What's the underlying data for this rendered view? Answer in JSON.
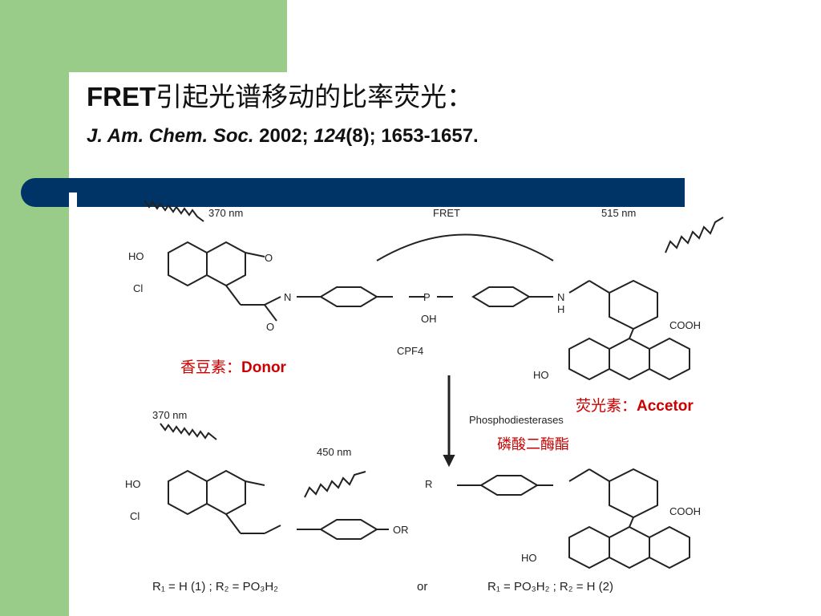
{
  "slide": {
    "title_latin": "FRET",
    "title_cjk": "引起光谱移动的比率荧光：",
    "citation": {
      "journal": "J. Am. Chem. Soc.",
      "year": "2002;",
      "volume": "124",
      "issue_pages": "(8); 1653-1657."
    }
  },
  "scheme": {
    "ex_top": "370 nm",
    "fret": "FRET",
    "em_top": "515 nm",
    "compound": "CPF4",
    "enzyme": "Phosphodiesterases",
    "ex_bottom": "370 nm",
    "em_bottom": "450 nm",
    "ho_1": "HO",
    "cl_1": "Cl",
    "o_1": "O",
    "o_2": "O",
    "ho_2": "HO",
    "cl_2": "Cl",
    "nh": "N",
    "h": "H",
    "cooh": "COOH",
    "oh": "OH",
    "p": "P",
    "or1": "OR",
    "r2o": "R",
    "footer_left": "R₁ = H (1) ; R₂ = PO₃H₂",
    "footer_or": "or",
    "footer_right": "R₁ = PO₃H₂ ; R₂ = H (2)"
  },
  "labels": {
    "donor_cn": "香豆素：",
    "donor_en": "Donor",
    "acceptor_cn": "荧光素：",
    "acceptor_en": "Accetor",
    "enzyme_cn": "磷酸二酶酯"
  }
}
